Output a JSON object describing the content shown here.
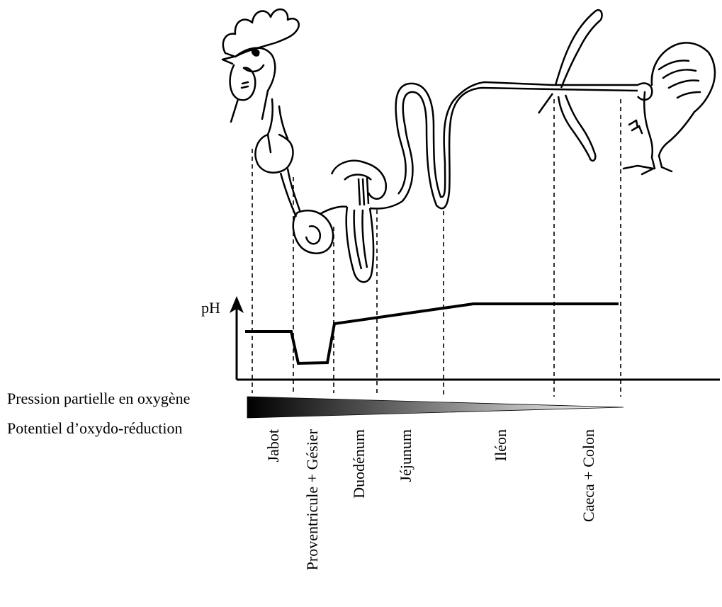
{
  "diagram": {
    "ph_label": "pH",
    "oxygen_label": "Pression partielle en oxygène",
    "redox_label": "Potentiel d’oxydo-réduction",
    "segments": [
      {
        "key": "jabot",
        "label": "Jabot"
      },
      {
        "key": "proventricule-gesier",
        "label": "Proventricule + Gésier"
      },
      {
        "key": "duodenum",
        "label": "Duodénum"
      },
      {
        "key": "jejunum",
        "label": "Jéjunum"
      },
      {
        "key": "ileon",
        "label": "Iléon"
      },
      {
        "key": "caeca-colon",
        "label": "Caeca + Colon"
      }
    ],
    "colors": {
      "ink": "#000000",
      "gradient_start": "#000000",
      "gradient_end": "#ffffff"
    }
  }
}
